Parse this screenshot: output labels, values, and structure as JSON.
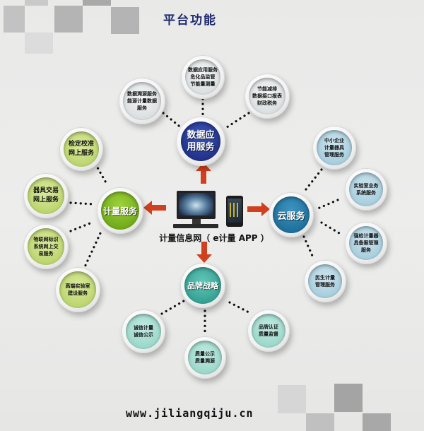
{
  "title": "平台功能",
  "center": {
    "label": "计量信息网（ e计量 APP ）",
    "devices": [
      "computer-monitor",
      "smartphone"
    ]
  },
  "hubs": {
    "top": {
      "label_lines": [
        "数据应",
        "用服务"
      ],
      "color": "#1f2f85"
    },
    "left": {
      "label": "计量服务",
      "color": "#6ba416"
    },
    "right": {
      "label": "云服务",
      "color": "#1a6a95"
    },
    "bottom": {
      "label": "品牌战略",
      "color": "#2d9a8c"
    }
  },
  "leaves": {
    "top": [
      {
        "lines": [
          "数据溯源服务",
          "能源计量数据",
          "服务"
        ]
      },
      {
        "lines": [
          "数据应用服务",
          "危化品监管",
          "节能量测量"
        ]
      },
      {
        "lines": [
          "节能减排",
          "数据接口报表",
          "财政税务"
        ]
      }
    ],
    "left": [
      {
        "lines": [
          "检定校准",
          "网上服务"
        ]
      },
      {
        "lines": [
          "器具交易",
          "网上服务"
        ]
      },
      {
        "lines": [
          "物联网标识",
          "系统网上交",
          "易服务"
        ]
      },
      {
        "lines": [
          "高端实验室",
          "建设服务"
        ]
      }
    ],
    "right": [
      {
        "lines": [
          "中小企业",
          "计量器具",
          "管理服务"
        ]
      },
      {
        "lines": [
          "实验室业务",
          "系统服务"
        ]
      },
      {
        "lines": [
          "强检计量器",
          "具备案管理",
          "服务"
        ]
      },
      {
        "lines": [
          "民生计量",
          "管理服务"
        ]
      }
    ],
    "bottom": [
      {
        "lines": [
          "诚信计量",
          "诚信公示"
        ]
      },
      {
        "lines": [
          "质量公示",
          "质量溯源"
        ]
      },
      {
        "lines": [
          "品牌认证",
          "质量监督"
        ]
      }
    ]
  },
  "footer": {
    "url": "www.jiliangqiju.cn"
  },
  "colors": {
    "title": "#1e2a6e",
    "arrow": "#d0401e",
    "connector_dots": "#111111"
  }
}
